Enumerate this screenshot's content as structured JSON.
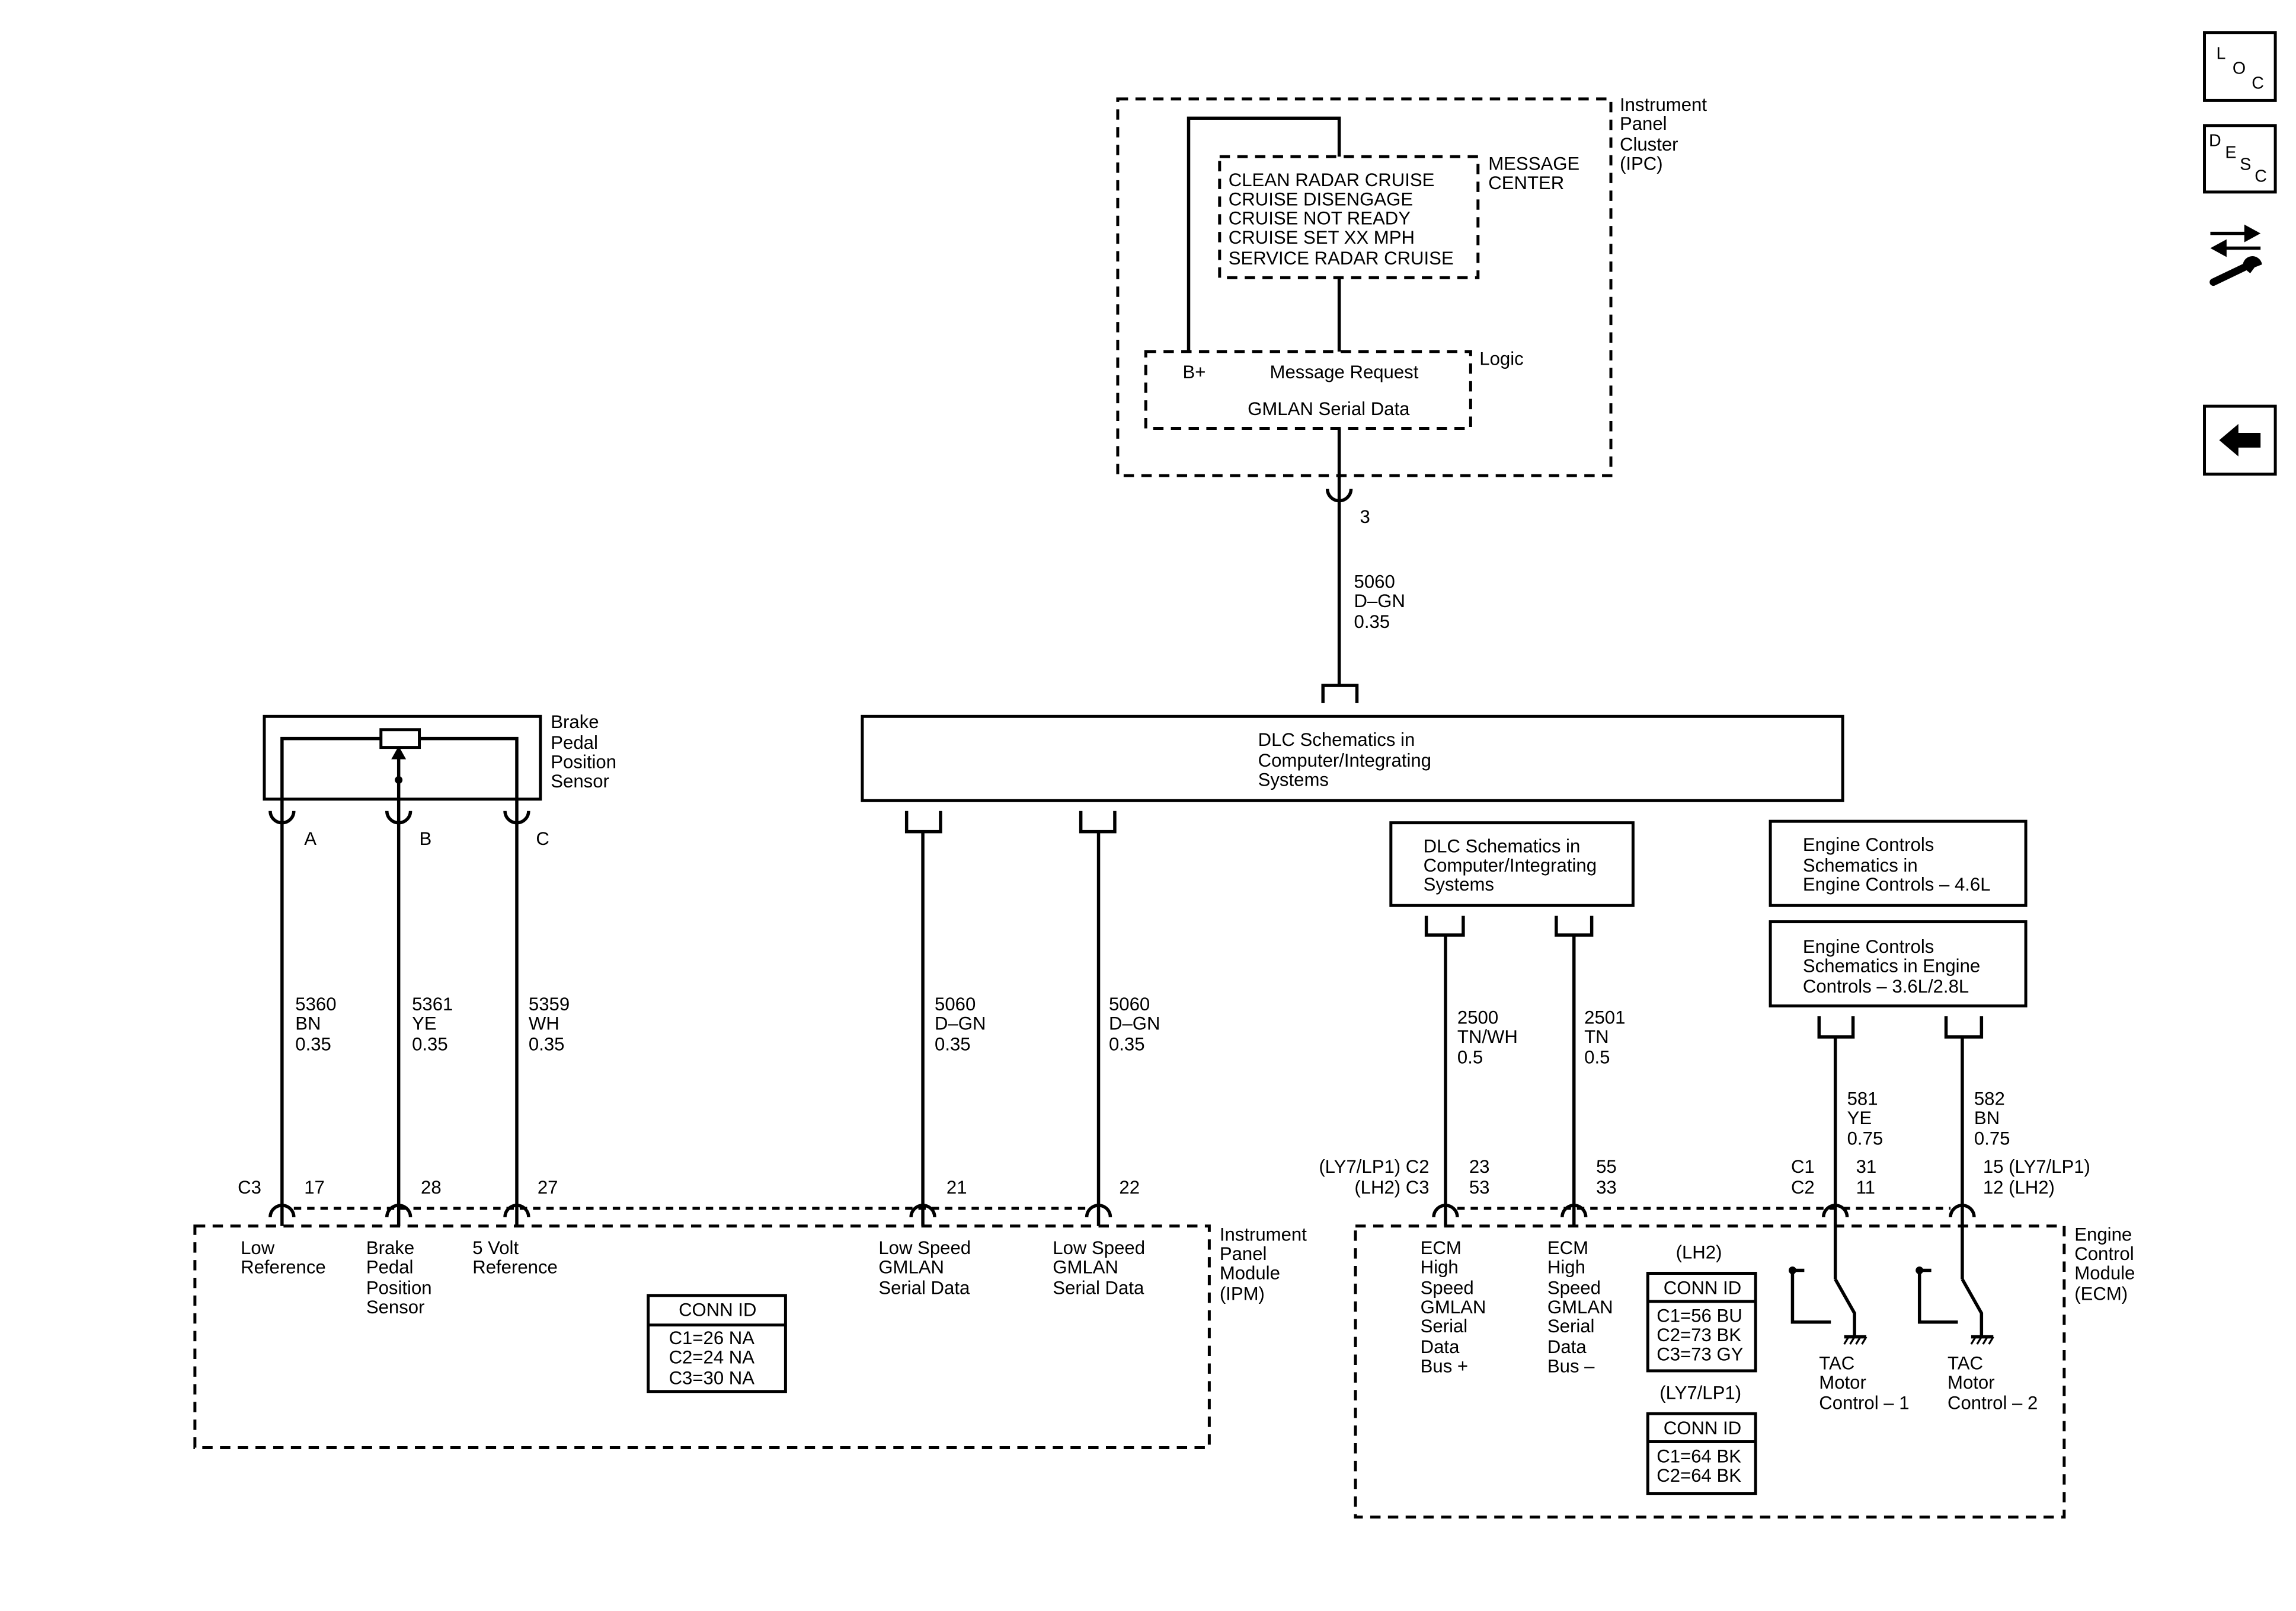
{
  "nav": {
    "loc_letters": [
      "L",
      "O",
      "C"
    ],
    "desc_letters": [
      "D",
      "E",
      "S",
      "C"
    ],
    "component_icon": "component-view-icon",
    "back_icon": "back-arrow-icon"
  },
  "ipc": {
    "label": [
      "Instrument",
      "Panel",
      "Cluster",
      "(IPC)"
    ],
    "message_center": {
      "label": [
        "MESSAGE",
        "CENTER"
      ],
      "messages": [
        "CLEAN RADAR CRUISE",
        "CRUISE DISENGAGE",
        "CRUISE NOT READY",
        "CRUISE SET XX MPH",
        "SERVICE RADAR CRUISE"
      ]
    },
    "logic": {
      "label": "Logic",
      "b_plus": "B+",
      "message_request": "Message Request",
      "serial_data": "GMLAN Serial Data"
    },
    "pin": "3"
  },
  "circuit_ipc_dlc": {
    "number": "5060",
    "color": "D–GN",
    "gauge": "0.35"
  },
  "dlc_main": [
    "DLC Schematics in",
    "Computer/Integrating",
    "Systems"
  ],
  "brake_sensor": {
    "label": [
      "Brake",
      "Pedal",
      "Position",
      "Sensor"
    ],
    "terminals": [
      "A",
      "B",
      "C"
    ]
  },
  "ipm": {
    "label": [
      "Instrument",
      "Panel",
      "Module",
      "(IPM)"
    ],
    "connector": "C3",
    "circuits": [
      {
        "number": "5360",
        "color": "BN",
        "gauge": "0.35",
        "pin": "17",
        "function": [
          "Low",
          "Reference"
        ]
      },
      {
        "number": "5361",
        "color": "YE",
        "gauge": "0.35",
        "pin": "28",
        "function": [
          "Brake",
          "Pedal",
          "Position",
          "Sensor"
        ]
      },
      {
        "number": "5359",
        "color": "WH",
        "gauge": "0.35",
        "pin": "27",
        "function": [
          "5 Volt",
          "Reference"
        ]
      },
      {
        "number": "5060",
        "color": "D–GN",
        "gauge": "0.35",
        "pin": "21",
        "function": [
          "Low Speed",
          "GMLAN",
          "Serial Data"
        ]
      },
      {
        "number": "5060",
        "color": "D–GN",
        "gauge": "0.35",
        "pin": "22",
        "function": [
          "Low Speed",
          "GMLAN",
          "Serial Data"
        ]
      }
    ],
    "conn_id": {
      "header": "CONN ID",
      "rows": [
        "C1=26 NA",
        "C2=24 NA",
        "C3=30 NA"
      ]
    }
  },
  "dlc_ecm": [
    "DLC Schematics in",
    "Computer/Integrating",
    "Systems"
  ],
  "engine_controls_46": [
    "Engine Controls",
    "Schematics in",
    "Engine Controls – 4.6L"
  ],
  "engine_controls_36": [
    "Engine Controls",
    "Schematics in Engine",
    "Controls – 3.6L/2.8L"
  ],
  "ecm": {
    "label": [
      "Engine",
      "Control",
      "Module",
      "(ECM)"
    ],
    "connectors": {
      "ly7": "(LY7/LP1) C2",
      "lh2": "(LH2) C3"
    },
    "tac_connectors": [
      "C1",
      "C2"
    ],
    "circuits": [
      {
        "number": "2500",
        "color": "TN/WH",
        "gauge": "0.5",
        "pins": [
          "23",
          "53"
        ],
        "function": [
          "ECM",
          "High",
          "Speed",
          "GMLAN",
          "Serial",
          "Data",
          "Bus +"
        ]
      },
      {
        "number": "2501",
        "color": "TN",
        "gauge": "0.5",
        "pins": [
          "55",
          "33"
        ],
        "function": [
          "ECM",
          "High",
          "Speed",
          "GMLAN",
          "Serial",
          "Data",
          "Bus –"
        ]
      },
      {
        "number": "581",
        "color": "YE",
        "gauge": "0.75",
        "pins": [
          "31",
          "11"
        ],
        "function": [
          "TAC",
          "Motor",
          "Control – 1"
        ]
      },
      {
        "number": "582",
        "color": "BN",
        "gauge": "0.75",
        "pins": [
          "15 (LY7/LP1)",
          "12 (LH2)"
        ],
        "function": [
          "TAC",
          "Motor",
          "Control – 2"
        ]
      }
    ],
    "conn_id_lh2": {
      "engine": "(LH2)",
      "header": "CONN ID",
      "rows": [
        "C1=56 BU",
        "C2=73 BK",
        "C3=73 GY"
      ]
    },
    "conn_id_ly7": {
      "engine": "(LY7/LP1)",
      "header": "CONN ID",
      "rows": [
        "C1=64 BK",
        "C2=64 BK"
      ]
    }
  }
}
